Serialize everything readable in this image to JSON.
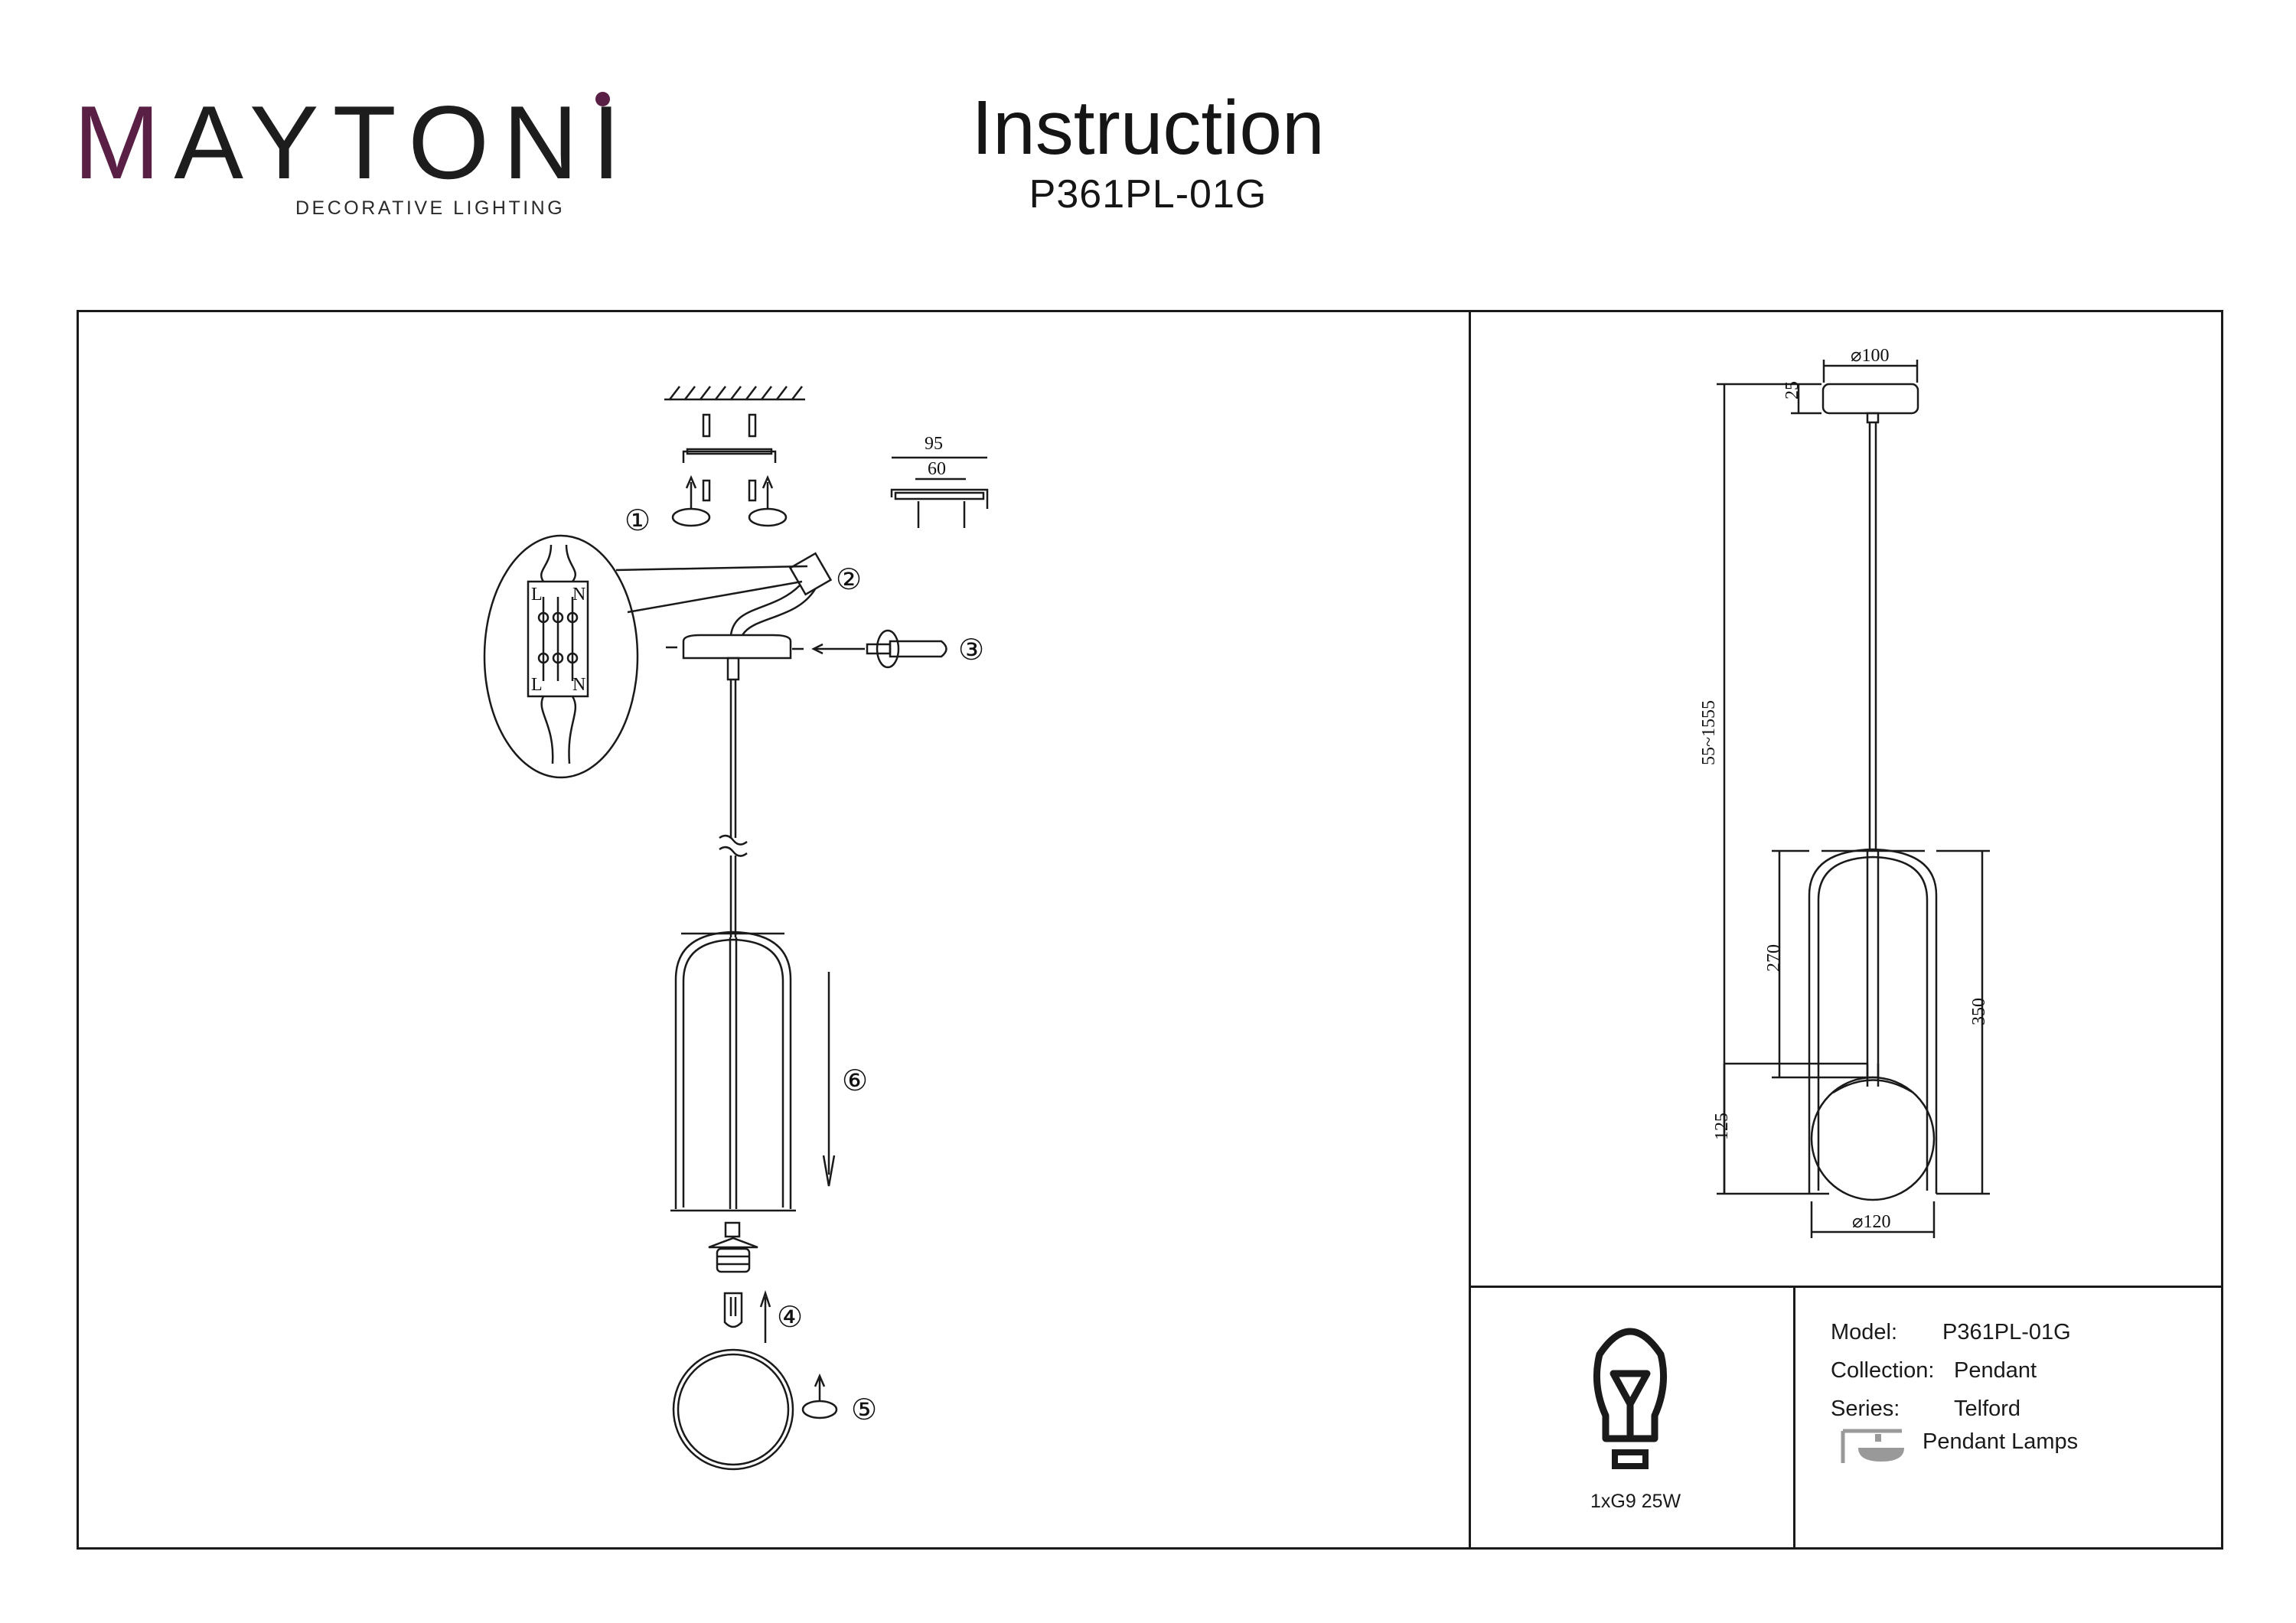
{
  "brand": {
    "name": "MAYTONI",
    "tagline": "DECORATIVE LIGHTING"
  },
  "title": "Instruction",
  "model_code": "P361PL-01G",
  "steps": [
    "①",
    "②",
    "③",
    "④",
    "⑤",
    "⑥"
  ],
  "wiring": {
    "live": "L",
    "neutral": "N"
  },
  "bracket_dims": {
    "overall": "95",
    "hole_spacing": "60"
  },
  "dimensions": {
    "canopy_diameter": "⌀100",
    "canopy_height": "25",
    "total_height": "55~1555",
    "shade_height": "350",
    "upper_height": "270",
    "globe_height": "125",
    "globe_diameter": "⌀120"
  },
  "bulb": {
    "spec": "1xG9 25W",
    "icon": "bulb-icon"
  },
  "specs": {
    "model_label": "Model:",
    "model_value": "P361PL-01G",
    "collection_label": "Collection:",
    "collection_value": "Pendant",
    "series_label": "Series:",
    "series_value": "Telford",
    "type_label": "Pendant Lamps",
    "type_icon": "pendant-lamp-icon"
  },
  "colors": {
    "brand_accent": "#5a1f44",
    "line": "#1a1a1a"
  }
}
